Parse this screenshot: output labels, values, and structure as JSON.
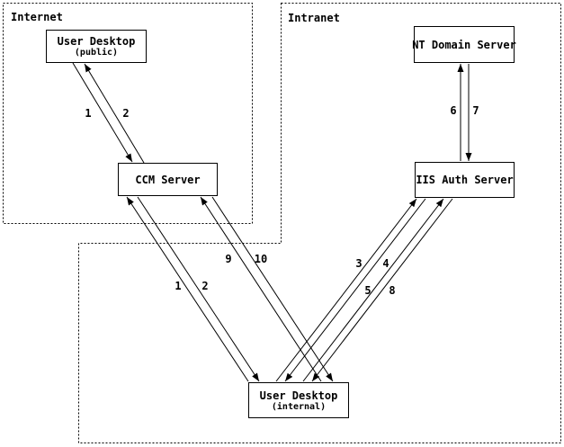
{
  "diagram": {
    "zones": {
      "internet": {
        "label": "Internet"
      },
      "intranet": {
        "label": "Intranet"
      }
    },
    "nodes": {
      "user_desktop_public": {
        "title": "User Desktop",
        "subtitle": "(public)"
      },
      "ccm_server": {
        "title": "CCM Server"
      },
      "nt_domain_server": {
        "title": "NT Domain Server"
      },
      "iis_auth_server": {
        "title": "IIS Auth Server"
      },
      "user_desktop_internal": {
        "title": "User Desktop",
        "subtitle": "(internal)"
      }
    },
    "edges": [
      {
        "label": "1",
        "from": "user_desktop_public",
        "to": "ccm_server"
      },
      {
        "label": "2",
        "from": "ccm_server",
        "to": "user_desktop_public"
      },
      {
        "label": "1",
        "from": "user_desktop_internal",
        "to": "ccm_server"
      },
      {
        "label": "2",
        "from": "ccm_server",
        "to": "user_desktop_internal"
      },
      {
        "label": "9",
        "from": "user_desktop_internal",
        "to": "ccm_server"
      },
      {
        "label": "10",
        "from": "ccm_server",
        "to": "user_desktop_internal"
      },
      {
        "label": "3",
        "from": "user_desktop_internal",
        "to": "iis_auth_server"
      },
      {
        "label": "4",
        "from": "iis_auth_server",
        "to": "user_desktop_internal"
      },
      {
        "label": "5",
        "from": "user_desktop_internal",
        "to": "iis_auth_server"
      },
      {
        "label": "8",
        "from": "iis_auth_server",
        "to": "user_desktop_internal"
      },
      {
        "label": "6",
        "from": "iis_auth_server",
        "to": "nt_domain_server"
      },
      {
        "label": "7",
        "from": "nt_domain_server",
        "to": "iis_auth_server"
      }
    ]
  },
  "colors": {
    "background": "#ffffff",
    "line": "#000000",
    "text": "#000000"
  }
}
